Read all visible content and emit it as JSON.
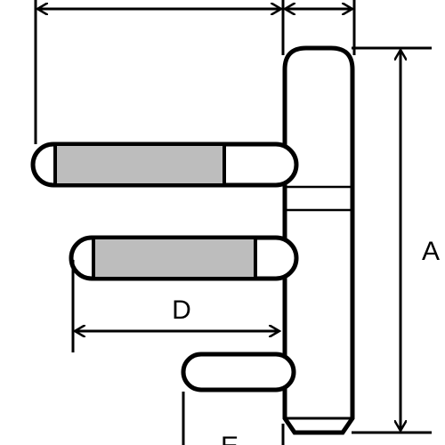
{
  "labels": {
    "a": "A",
    "d": "D",
    "e": "E"
  },
  "colors": {
    "stroke": "#000000",
    "thread_fill": "#bdbdbd",
    "background": "#ffffff"
  }
}
